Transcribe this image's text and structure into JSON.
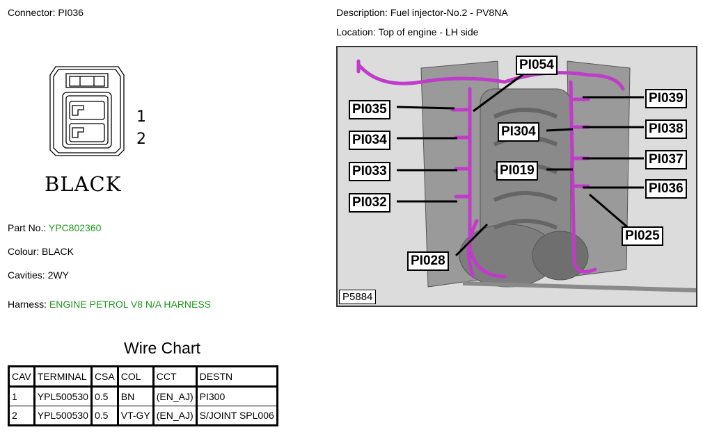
{
  "connector": {
    "label": "Connector:",
    "value": "PI036"
  },
  "description": {
    "label": "Description:",
    "value": "Fuel injector-No.2 - PV8NA"
  },
  "location": {
    "label": "Location:",
    "value": "Top of engine - LH side"
  },
  "connector_diagram": {
    "pins": [
      "1",
      "2"
    ],
    "color_label": "BLACK"
  },
  "part_no": {
    "label": "Part No.:",
    "value": "YPC802360"
  },
  "colour": {
    "label": "Colour:",
    "value": "BLACK"
  },
  "cavities": {
    "label": "Cavities:",
    "value": "2WY"
  },
  "harness": {
    "label": "Harness:",
    "value": "ENGINE PETROL V8 N/A HARNESS"
  },
  "wire_chart": {
    "title": "Wire Chart",
    "headers": [
      "CAV",
      "TERMINAL",
      "CSA",
      "COL",
      "CCT",
      "DESTN"
    ],
    "rows": [
      [
        "1",
        "YPL500530",
        "0.5",
        "BN",
        "(EN_AJ)",
        "PI300"
      ],
      [
        "2",
        "YPL500530",
        "0.5",
        "VT-GY",
        "(EN_AJ)",
        "S/JOINT SPL006"
      ]
    ]
  },
  "engine_image": {
    "reference": "P5884",
    "callouts": {
      "pi054": "PI054",
      "pi035": "PI035",
      "pi039": "PI039",
      "pi034": "PI034",
      "pi304": "PI304",
      "pi038": "PI038",
      "pi037": "PI037",
      "pi033": "PI033",
      "pi019": "PI019",
      "pi036": "PI036",
      "pi032": "PI032",
      "pi025": "PI025",
      "pi028": "PI028"
    },
    "colors": {
      "harness": "#c03cc8",
      "engine": "#8a8a8a",
      "background": "#dcdcdc"
    }
  }
}
